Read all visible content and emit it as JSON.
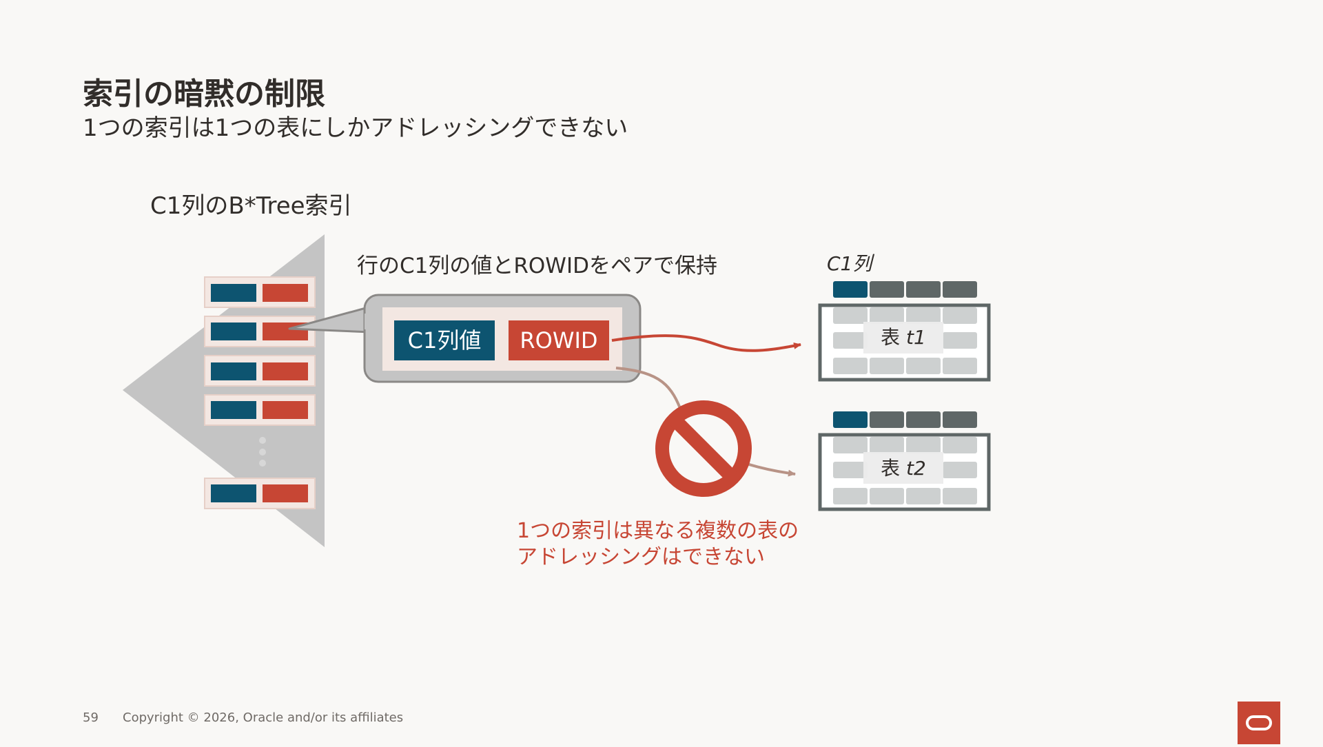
{
  "slide": {
    "title": "索引の暗黙の制限",
    "subtitle": "1つの索引は1つの表にしかアドレッシングできない"
  },
  "diagram": {
    "index_label": "C1列のB*Tree索引",
    "callout_label": "行のC1列の値とROWIDをペアで保持",
    "key_label": "C1列値",
    "rowid_label": "ROWID",
    "column_label": "C1列",
    "table1": {
      "prefix": "表 ",
      "name": "t1"
    },
    "table2": {
      "prefix": "表 ",
      "name": "t2"
    },
    "warning_line1": "1つの索引は異なる複数の表の",
    "warning_line2": "アドレッシングはできない",
    "colors": {
      "key": "#0d5470",
      "rowid": "#c74634",
      "header_gray": "#5f6767",
      "cell_gray": "#cdd0d0",
      "triangle": "#c4c4c4",
      "prohibit": "#c74634"
    }
  },
  "footer": {
    "page_number": "59",
    "copyright": "Copyright © 2026, Oracle and/or its affiliates"
  },
  "logo": {
    "icon": "oracle-logo-icon"
  }
}
